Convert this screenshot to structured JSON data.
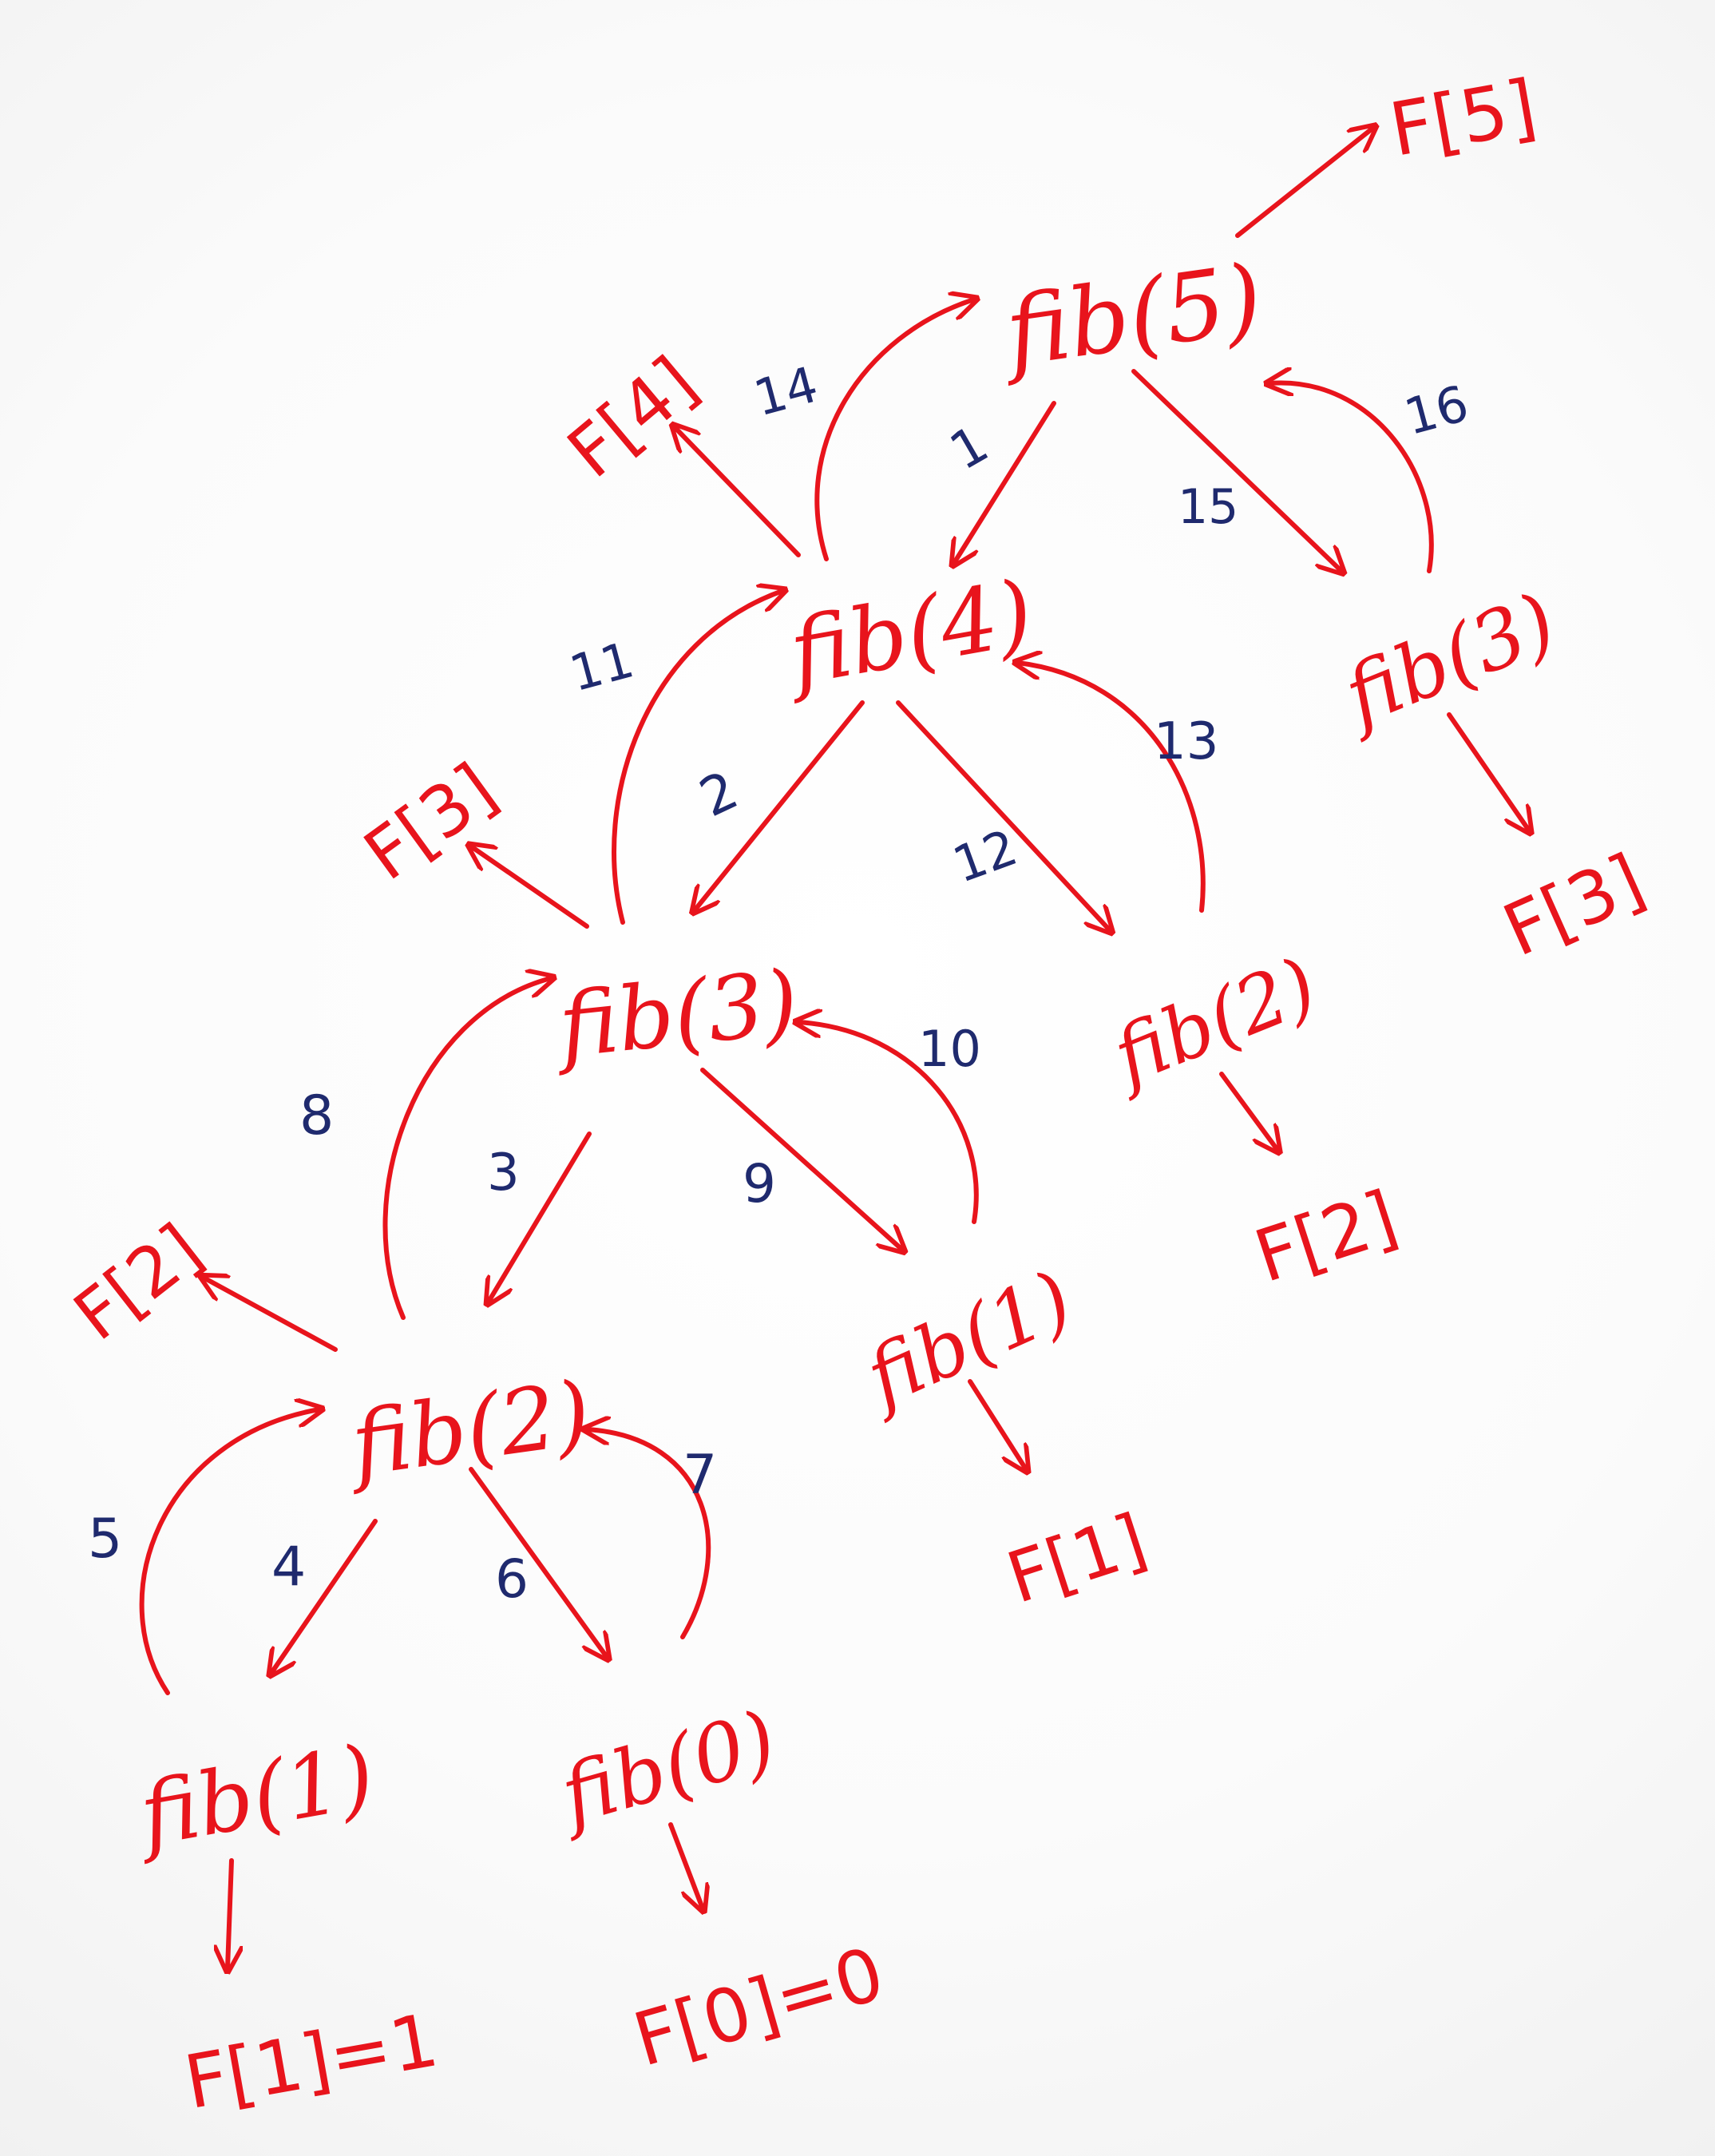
{
  "diagram": {
    "nodes": {
      "fib5": "fib(5)",
      "fib4": "fib(4)",
      "fib3_right": "fib(3)",
      "fib3": "fib(3)",
      "fib2_mid": "fib(2)",
      "fib2": "fib(2)",
      "fib1_mid": "fib(1)",
      "fib1": "fib(1)",
      "fib0": "fib(0)"
    },
    "results": {
      "F5": "F[5]",
      "F4": "F[4]",
      "F3_top": "F[3]",
      "F3_right": "F[3]",
      "F2_left": "F[2]",
      "F2_mid": "F[2]",
      "F1_mid": "F[1]",
      "F1_base": "F[1]=1",
      "F0_base": "F[0]=0"
    },
    "steps": [
      "1",
      "2",
      "3",
      "4",
      "5",
      "6",
      "7",
      "8",
      "9",
      "10",
      "11",
      "12",
      "13",
      "14",
      "15",
      "16"
    ],
    "colors": {
      "ink_red": "#e8141c",
      "ink_blue": "#1f2a6e",
      "paper": "#ffffff"
    }
  }
}
